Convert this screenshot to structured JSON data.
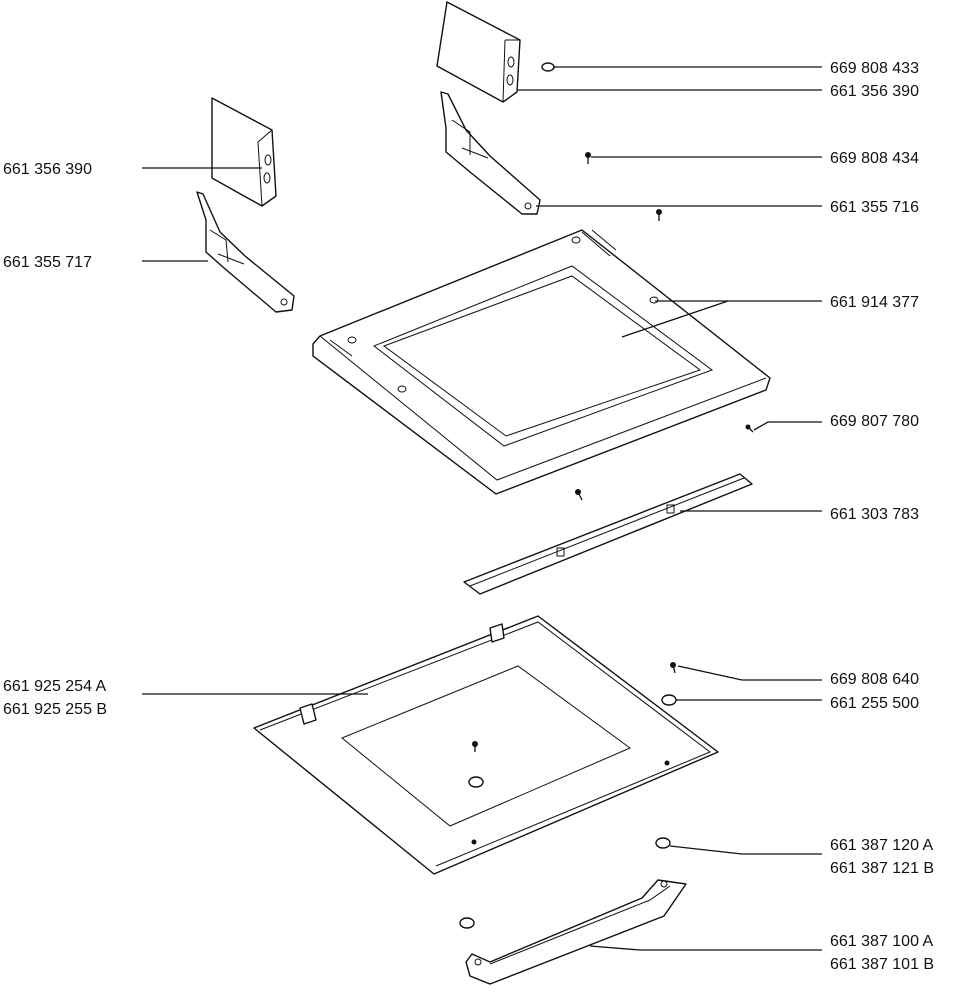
{
  "labels": {
    "p669808433": "669 808 433",
    "p661356390_right": "661 356 390",
    "p669808434": "669 808 434",
    "p661355716": "661 355 716",
    "p661914377": "661 914 377",
    "p669807780": "669 807 780",
    "p661303783": "661 303 783",
    "p669808640": "669 808 640",
    "p661255500": "661 255 500",
    "p661387120A": "661 387 120 A",
    "p661387121B": "661 387 121 B",
    "p661387100A": "661 387 100 A",
    "p661387101B": "661 387 101 B",
    "p661356390_left": "661 356 390",
    "p661355717": "661 355 717",
    "p661925254A": "661 925 254 A",
    "p661925255B": "661 925 255 B"
  }
}
